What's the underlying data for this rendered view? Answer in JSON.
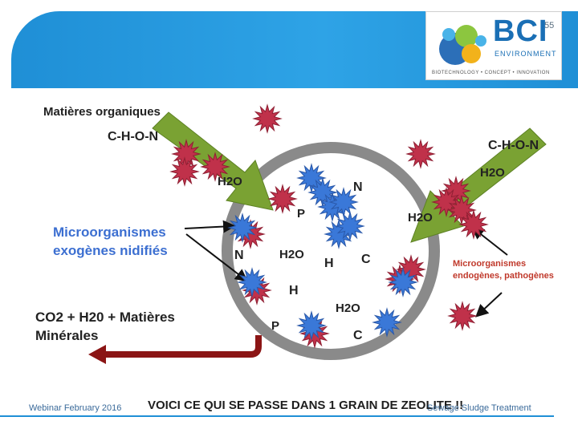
{
  "header": {
    "slide_number": "55",
    "logo_text": "BCI",
    "logo_subtext": "ENVIRONMENT",
    "logo_tagline": "BIOTECHNOLOGY  •  CONCEPT  •  INNOVATION"
  },
  "diagram": {
    "labels": {
      "matieres_organiques": "Matières organiques",
      "chon_left": "C-H-O-N",
      "chon_right": "C-H-O-N",
      "h2o_left": "H2O",
      "h2o_right_top": "H2O",
      "h2o_right_arrow": "H2O",
      "h2o_center": "H2O",
      "h2o_bottom": "H2O",
      "n_top": "N",
      "p_top": "P",
      "n_left": "N",
      "h_center": "H",
      "c_center": "C",
      "h_lower": "H",
      "p_bottom": "P",
      "c_bottom": "C",
      "microorg_exo_line1": "Microorganismes",
      "microorg_exo_line2": "exogènes nidifiés",
      "microorg_endo_line1": "Microorganismes",
      "microorg_endo_line2": "endogènes, pathogènes",
      "output_line1": "CO2 + H20 + Matières",
      "output_line2": "Minérales"
    },
    "colors": {
      "green_arrow": "#7aa233",
      "ring_gray": "#8a8a8a",
      "red_particle": "#c0314a",
      "blue_particle": "#3a78d8",
      "dark_red_arrow": "#8b1515",
      "label_blue": "#3c6fd1",
      "label_red": "#c0392b"
    }
  },
  "footer": {
    "left": "Webinar February 2016",
    "caption": "VOICI CE QUI SE PASSE DANS 1 GRAIN DE ZEOLITE !!",
    "right": "Sewage Sludge Treatment"
  }
}
